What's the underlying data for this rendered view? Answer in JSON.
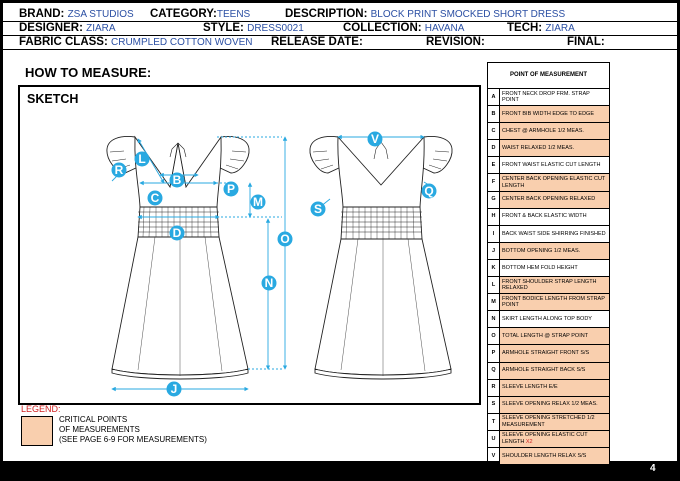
{
  "header": {
    "brand_label": "BRAND:",
    "brand_value": "ZSA STUDIOS",
    "category_label": "CATEGORY:",
    "category_value": "TEENS",
    "description_label": "DESCRIPTION:",
    "description_value": "BLOCK PRINT SMOCKED SHORT DRESS",
    "designer_label": "DESIGNER:",
    "designer_value": "ZIARA",
    "style_label": "STYLE:",
    "style_value": "DRESS0021",
    "collection_label": "COLLECTION:",
    "collection_value": "HAVANA",
    "tech_label": "TECH:",
    "tech_value": "ZIARA",
    "fabric_label": "FABRIC CLASS:",
    "fabric_value": "CRUMPLED COTTON WOVEN",
    "release_label": "RELEASE DATE:",
    "revision_label": "REVISION:",
    "final_label": "FINAL:"
  },
  "how_to_measure": "HOW TO MEASURE:",
  "sketch_title": "SKETCH",
  "markers": {
    "R": "R",
    "L": "L",
    "B": "B",
    "C": "C",
    "P": "P",
    "M": "M",
    "D": "D",
    "N": "N",
    "O": "O",
    "J": "J",
    "V": "V",
    "Q": "Q",
    "S": "S"
  },
  "legend": {
    "title": "LEGEND:",
    "line1": "CRITICAL POINTS",
    "line2": "OF MEASUREMENTS",
    "line3": "(SEE PAGE 6-9 FOR MEASUREMENTS)",
    "swatch_color": "#f9cfae"
  },
  "pom": {
    "header": "POINT OF MEASUREMENT",
    "rows": [
      {
        "code": "A",
        "text": "FRONT NECK DROP FRM. STRAP POINT",
        "extra": ""
      },
      {
        "code": "B",
        "text": "FRONT BIB WIDTH EDGE TO EDGE",
        "extra": ""
      },
      {
        "code": "C",
        "text": "CHEST @ ARMHOLE 1/2 MEAS.",
        "extra": ""
      },
      {
        "code": "D",
        "text": "WAIST RELAXED 1/2 MEAS.",
        "extra": ""
      },
      {
        "code": "E",
        "text": "FRONT WAIST ELASTIC CUT LENGTH",
        "extra": ""
      },
      {
        "code": "F",
        "text": "CENTER BACK OPENING ELASTIC CUT LENGTH",
        "extra": ""
      },
      {
        "code": "G",
        "text": "CENTER BACK OPENING RELAXED",
        "extra": ""
      },
      {
        "code": "H",
        "text": "FRONT & BACK ELASTIC WIDTH",
        "extra": ""
      },
      {
        "code": "I",
        "text": "BACK WAIST SIDE SHIRRING FINISHED",
        "extra": ""
      },
      {
        "code": "J",
        "text": "BOTTOM OPENING 1/2 MEAS.",
        "extra": ""
      },
      {
        "code": "K",
        "text": "BOTTOM HEM FOLD HEIGHT",
        "extra": ""
      },
      {
        "code": "L",
        "text": "FRONT SHOULDER STRAP LENGTH RELAXED",
        "extra": ""
      },
      {
        "code": "M",
        "text": "FRONT BODICE LENGTH FROM STRAP POINT",
        "extra": ""
      },
      {
        "code": "N",
        "text": "SKIRT LENGTH ALONG TOP BODY",
        "extra": ""
      },
      {
        "code": "O",
        "text": "TOTAL LENGTH @ STRAP POINT",
        "extra": ""
      },
      {
        "code": "P",
        "text": "ARMHOLE STRAIGHT FRONT S/S",
        "extra": ""
      },
      {
        "code": "Q",
        "text": "ARMHOLE STRAIGHT BACK S/S",
        "extra": ""
      },
      {
        "code": "R",
        "text": "SLEEVE LENGTH E/E",
        "extra": ""
      },
      {
        "code": "S",
        "text": "SLEEVE OPENING RELAX 1/2 MEAS.",
        "extra": ""
      },
      {
        "code": "T",
        "text": "SLEEVE OPENING STRETCHED 1/2 MEASUREMENT",
        "extra": ""
      },
      {
        "code": "U",
        "text": "SLEEVE OPENING ELASTIC CUT LENGTH",
        "extra": "X2"
      },
      {
        "code": "V",
        "text": "SHOULDER LENGTH RELAX S/S",
        "extra": ""
      }
    ]
  },
  "page_number": "4",
  "colors": {
    "accent_blue": "#29a9e1",
    "value_blue": "#2b4fa3",
    "highlight": "#f9cfae",
    "legend_red": "#d02020"
  }
}
